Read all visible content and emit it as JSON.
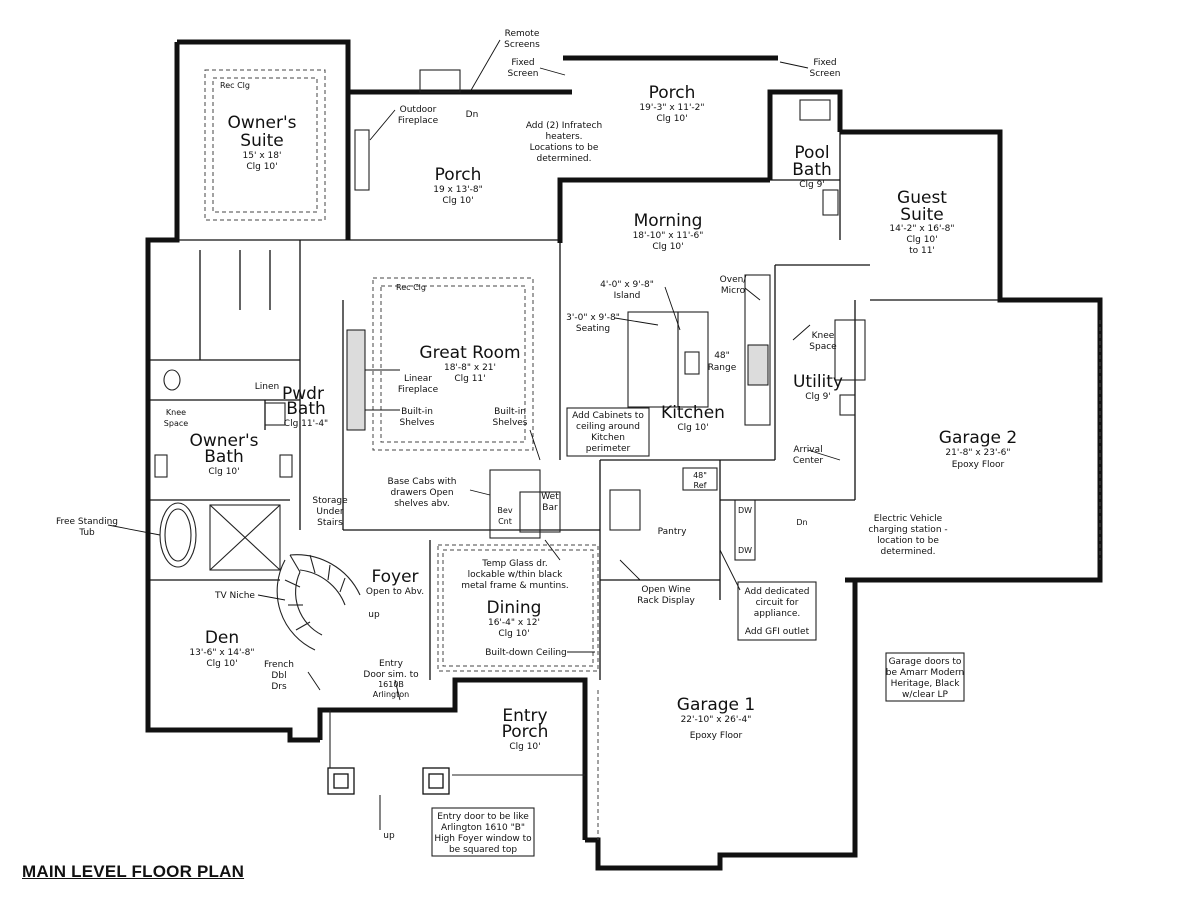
{
  "title": "MAIN LEVEL FLOOR PLAN",
  "rooms": {
    "owners_suite": {
      "name_l1": "Owner's",
      "name_l2": "Suite",
      "dims": "15' x 18'",
      "clg": "Clg 10'",
      "rec": "Rec Clg"
    },
    "porch_left": {
      "name": "Porch",
      "dims": "19 x 13'-8\"",
      "clg": "Clg 10'"
    },
    "porch_top": {
      "name": "Porch",
      "dims": "19'-3\" x 11'-2\"",
      "clg": "Clg 10'"
    },
    "pool_bath": {
      "name_l1": "Pool",
      "name_l2": "Bath",
      "clg": "Clg 9'"
    },
    "guest_suite": {
      "name_l1": "Guest",
      "name_l2": "Suite",
      "dims": "14'-2\" x 16'-8\"",
      "clg_l1": "Clg 10'",
      "clg_l2": "to 11'"
    },
    "morning": {
      "name": "Morning",
      "dims": "18'-10\" x 11'-6\"",
      "clg": "Clg 10'"
    },
    "great_room": {
      "name": "Great Room",
      "dims": "18'-8\" x 21'",
      "clg": "Clg 11'",
      "rec": "Rec Clg"
    },
    "kitchen": {
      "name": "Kitchen",
      "clg": "Clg 10'"
    },
    "utility": {
      "name": "Utility",
      "clg": "Clg 9'"
    },
    "garage2": {
      "name": "Garage 2",
      "dims": "21'-8\" x 23'-6\"",
      "floor": "Epoxy Floor"
    },
    "pwdr_bath": {
      "name_l1": "Pwdr",
      "name_l2": "Bath",
      "clg": "Clg 11'-4\""
    },
    "owners_bath": {
      "name_l1": "Owner's",
      "name_l2": "Bath",
      "clg": "Clg 10'"
    },
    "foyer": {
      "name": "Foyer",
      "sub": "Open to Abv."
    },
    "dining": {
      "name": "Dining",
      "dims": "16'-4\" x 12'",
      "clg": "Clg 10'"
    },
    "den": {
      "name": "Den",
      "dims": "13'-6\" x 14'-8\"",
      "clg": "Clg 10'"
    },
    "pantry": {
      "name": "Pantry"
    },
    "garage1": {
      "name": "Garage 1",
      "dims": "22'-10\" x 26'-4\"",
      "floor": "Epoxy Floor"
    },
    "entry_porch": {
      "name_l1": "Entry",
      "name_l2": "Porch",
      "clg": "Clg 10'"
    }
  },
  "labels": {
    "remote_screens_l1": "Remote",
    "remote_screens_l2": "Screens",
    "fixed_screen_l1": "Fixed",
    "fixed_screen_l2": "Screen",
    "fixed_screen_r1": "Fixed",
    "fixed_screen_r2": "Screen",
    "dn_porch": "Dn",
    "outdoor_fp_l1": "Outdoor",
    "outdoor_fp_l2": "Fireplace",
    "heaters_l1": "Add (2) Infratech",
    "heaters_l2": "heaters.",
    "heaters_l3": "Locations to be",
    "heaters_l4": "determined.",
    "island_l1": "4'-0\" x 9'-8\"",
    "island_l2": "Island",
    "seating_l1": "3'-0\" x 9'-8\"",
    "seating_l2": "Seating",
    "oven_l1": "Oven/",
    "oven_l2": "Micro",
    "range_l1": "48\"",
    "range_l2": "Range",
    "knee_l1": "Knee",
    "knee_l2": "Space",
    "linear_fp_l1": "Linear",
    "linear_fp_l2": "Fireplace",
    "builtin_l1": "Built-in",
    "builtin_l2": "Shelves",
    "builtin2_l1": "Built-in",
    "builtin2_l2": "Shelves",
    "linen": "Linen",
    "knee2_l1": "Knee",
    "knee2_l2": "Space",
    "cabinets_l1": "Add Cabinets to",
    "cabinets_l2": "ceiling around",
    "cabinets_l3": "Kitchen",
    "cabinets_l4": "perimeter",
    "arrival_l1": "Arrival",
    "arrival_l2": "Center",
    "ref_l1": "48\"",
    "ref_l2": "Ref",
    "base_cabs_l1": "Base Cabs with",
    "base_cabs_l2": "drawers Open",
    "base_cabs_l3": "shelves abv.",
    "bev_l1": "Bev",
    "bev_l2": "Cnt",
    "wetbar_l1": "Wet",
    "wetbar_l2": "Bar",
    "dw1": "DW",
    "dw2": "DW",
    "dn_garage": "Dn",
    "ev_l1": "Electric Vehicle",
    "ev_l2": "charging station -",
    "ev_l3": "location to be",
    "ev_l4": "determined.",
    "storage_l1": "Storage",
    "storage_l2": "Under",
    "storage_l3": "Stairs",
    "tub_l1": "Free Standing",
    "tub_l2": "Tub",
    "temp_glass_l1": "Temp Glass dr.",
    "temp_glass_l2": "lockable w/thin black",
    "temp_glass_l3": "metal frame & muntins.",
    "wine_l1": "Open Wine",
    "wine_l2": "Rack Display",
    "circuit_l1": "Add dedicated",
    "circuit_l2": "circuit for",
    "circuit_l3": "appliance.",
    "circuit_l4": "Add GFI outlet",
    "tv_niche": "TV Niche",
    "up_stair": "up",
    "french_l1": "French",
    "french_l2": "Dbl",
    "french_l3": "Drs",
    "entry_door_l1": "Entry",
    "entry_door_l2": "Door sim. to",
    "entry_door_l3": "1610B",
    "entry_door_l4": "Arlington",
    "builtdown": "Built-down Ceiling",
    "garage_doors_l1": "Garage doors to",
    "garage_doors_l2": "be Amarr Modern",
    "garage_doors_l3": "Heritage, Black",
    "garage_doors_l4": "w/clear LP",
    "up_entry": "up",
    "entry_note_l1": "Entry door to be like",
    "entry_note_l2": "Arlington 1610 \"B\"",
    "entry_note_l3": "High Foyer window to",
    "entry_note_l4": "be squared top"
  }
}
